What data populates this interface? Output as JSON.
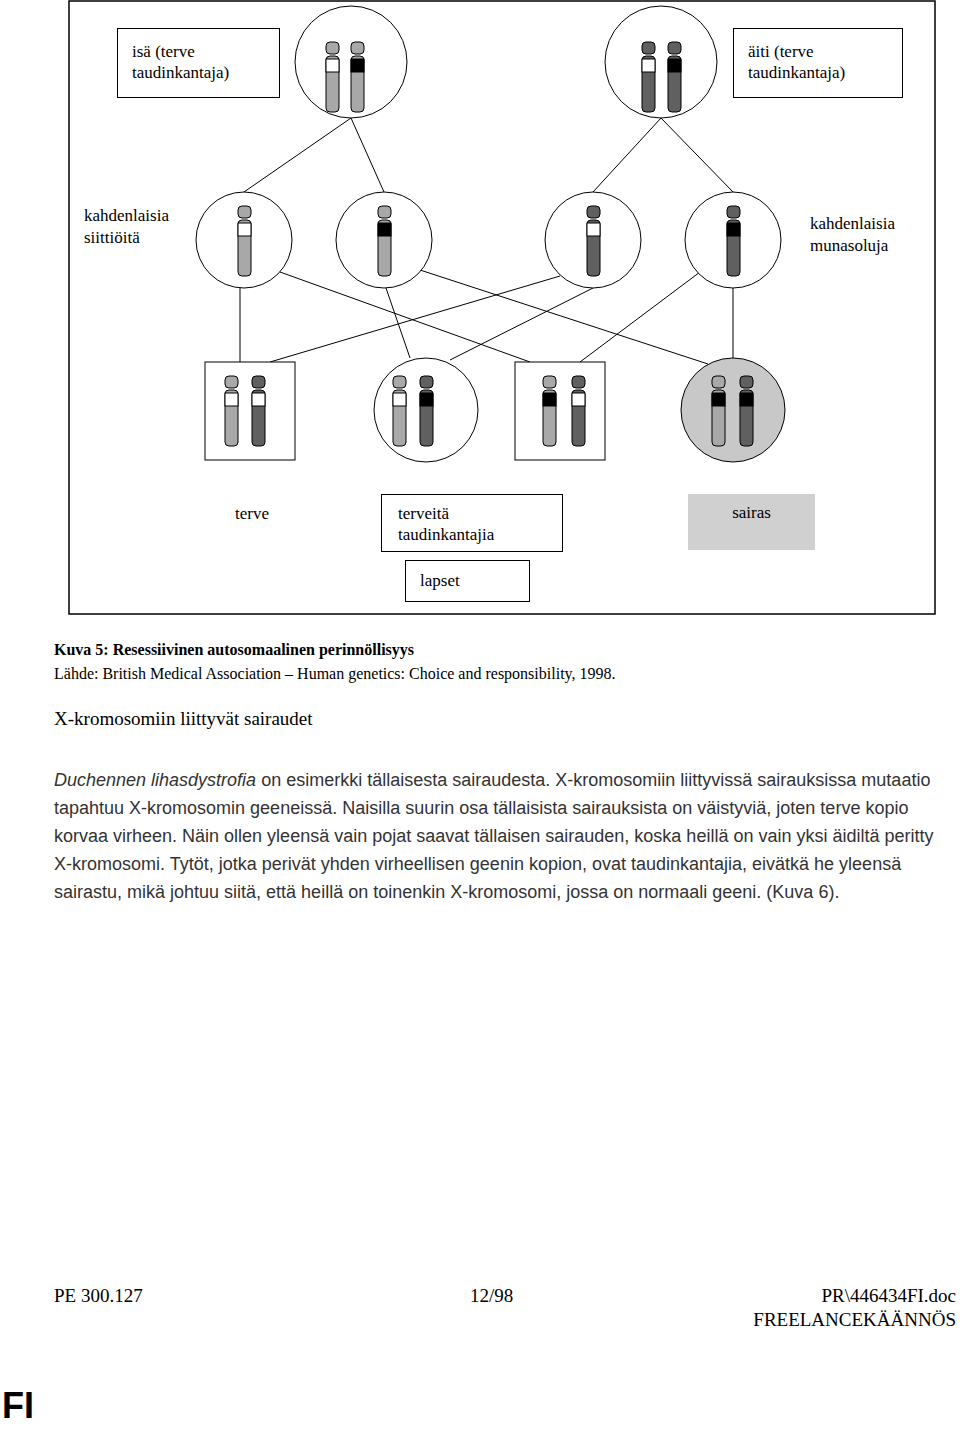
{
  "diagram": {
    "caption": "Kuva 5: Resessiivinen autosomaalinen perinnöllisyys",
    "nodes": [
      {
        "text": [
          "isä (terve taudinkantaja)"
        ]
      },
      {
        "text": [
          "äiti (terve taudinkantaja)"
        ]
      },
      {
        "text": [
          "terveitä taudinkantajia"
        ]
      },
      {
        "text": [
          "sairas"
        ]
      },
      {
        "text": [
          "lapset"
        ]
      }
    ],
    "labels": [
      "kahdenlaisia siittiöitä",
      "kahdenlaisia munasoluja",
      "terve",
      "Lähde: British Medical Association – Human genetics: Choice and responsibility, 1998.",
      "X-kromosomiin liittyvät sairaudet",
      "Duchennen lihasdystrofia",
      "on esimerkki tällaisesta sairaudesta. X-kromosomiin liittyvissä sairauksissa mutaatio tapahtuu X-kromosomin geeneissä. Naisilla suurin osa tällaisista sairauksista on väistyviä, joten terve kopio korvaa virheen. Näin ollen yleensä vain pojat saavat tällaisen sairauden, koska heillä on vain yksi äidiltä peritty X-kromosomi. Tytöt, jotka perivät yhden virheellisen geenin kopion, ovat taudinkantajia, eivätkä he yleensä sairastu, mikä johtuu siitä, että heillä on toinenkin X-kromosomi, jossa on normaali geeni. (Kuva 6).",
      "PE 300.127",
      "12/98",
      "PR\\446434FI.doc",
      "FREELANCEKÄÄNNÖS",
      "FI"
    ]
  }
}
